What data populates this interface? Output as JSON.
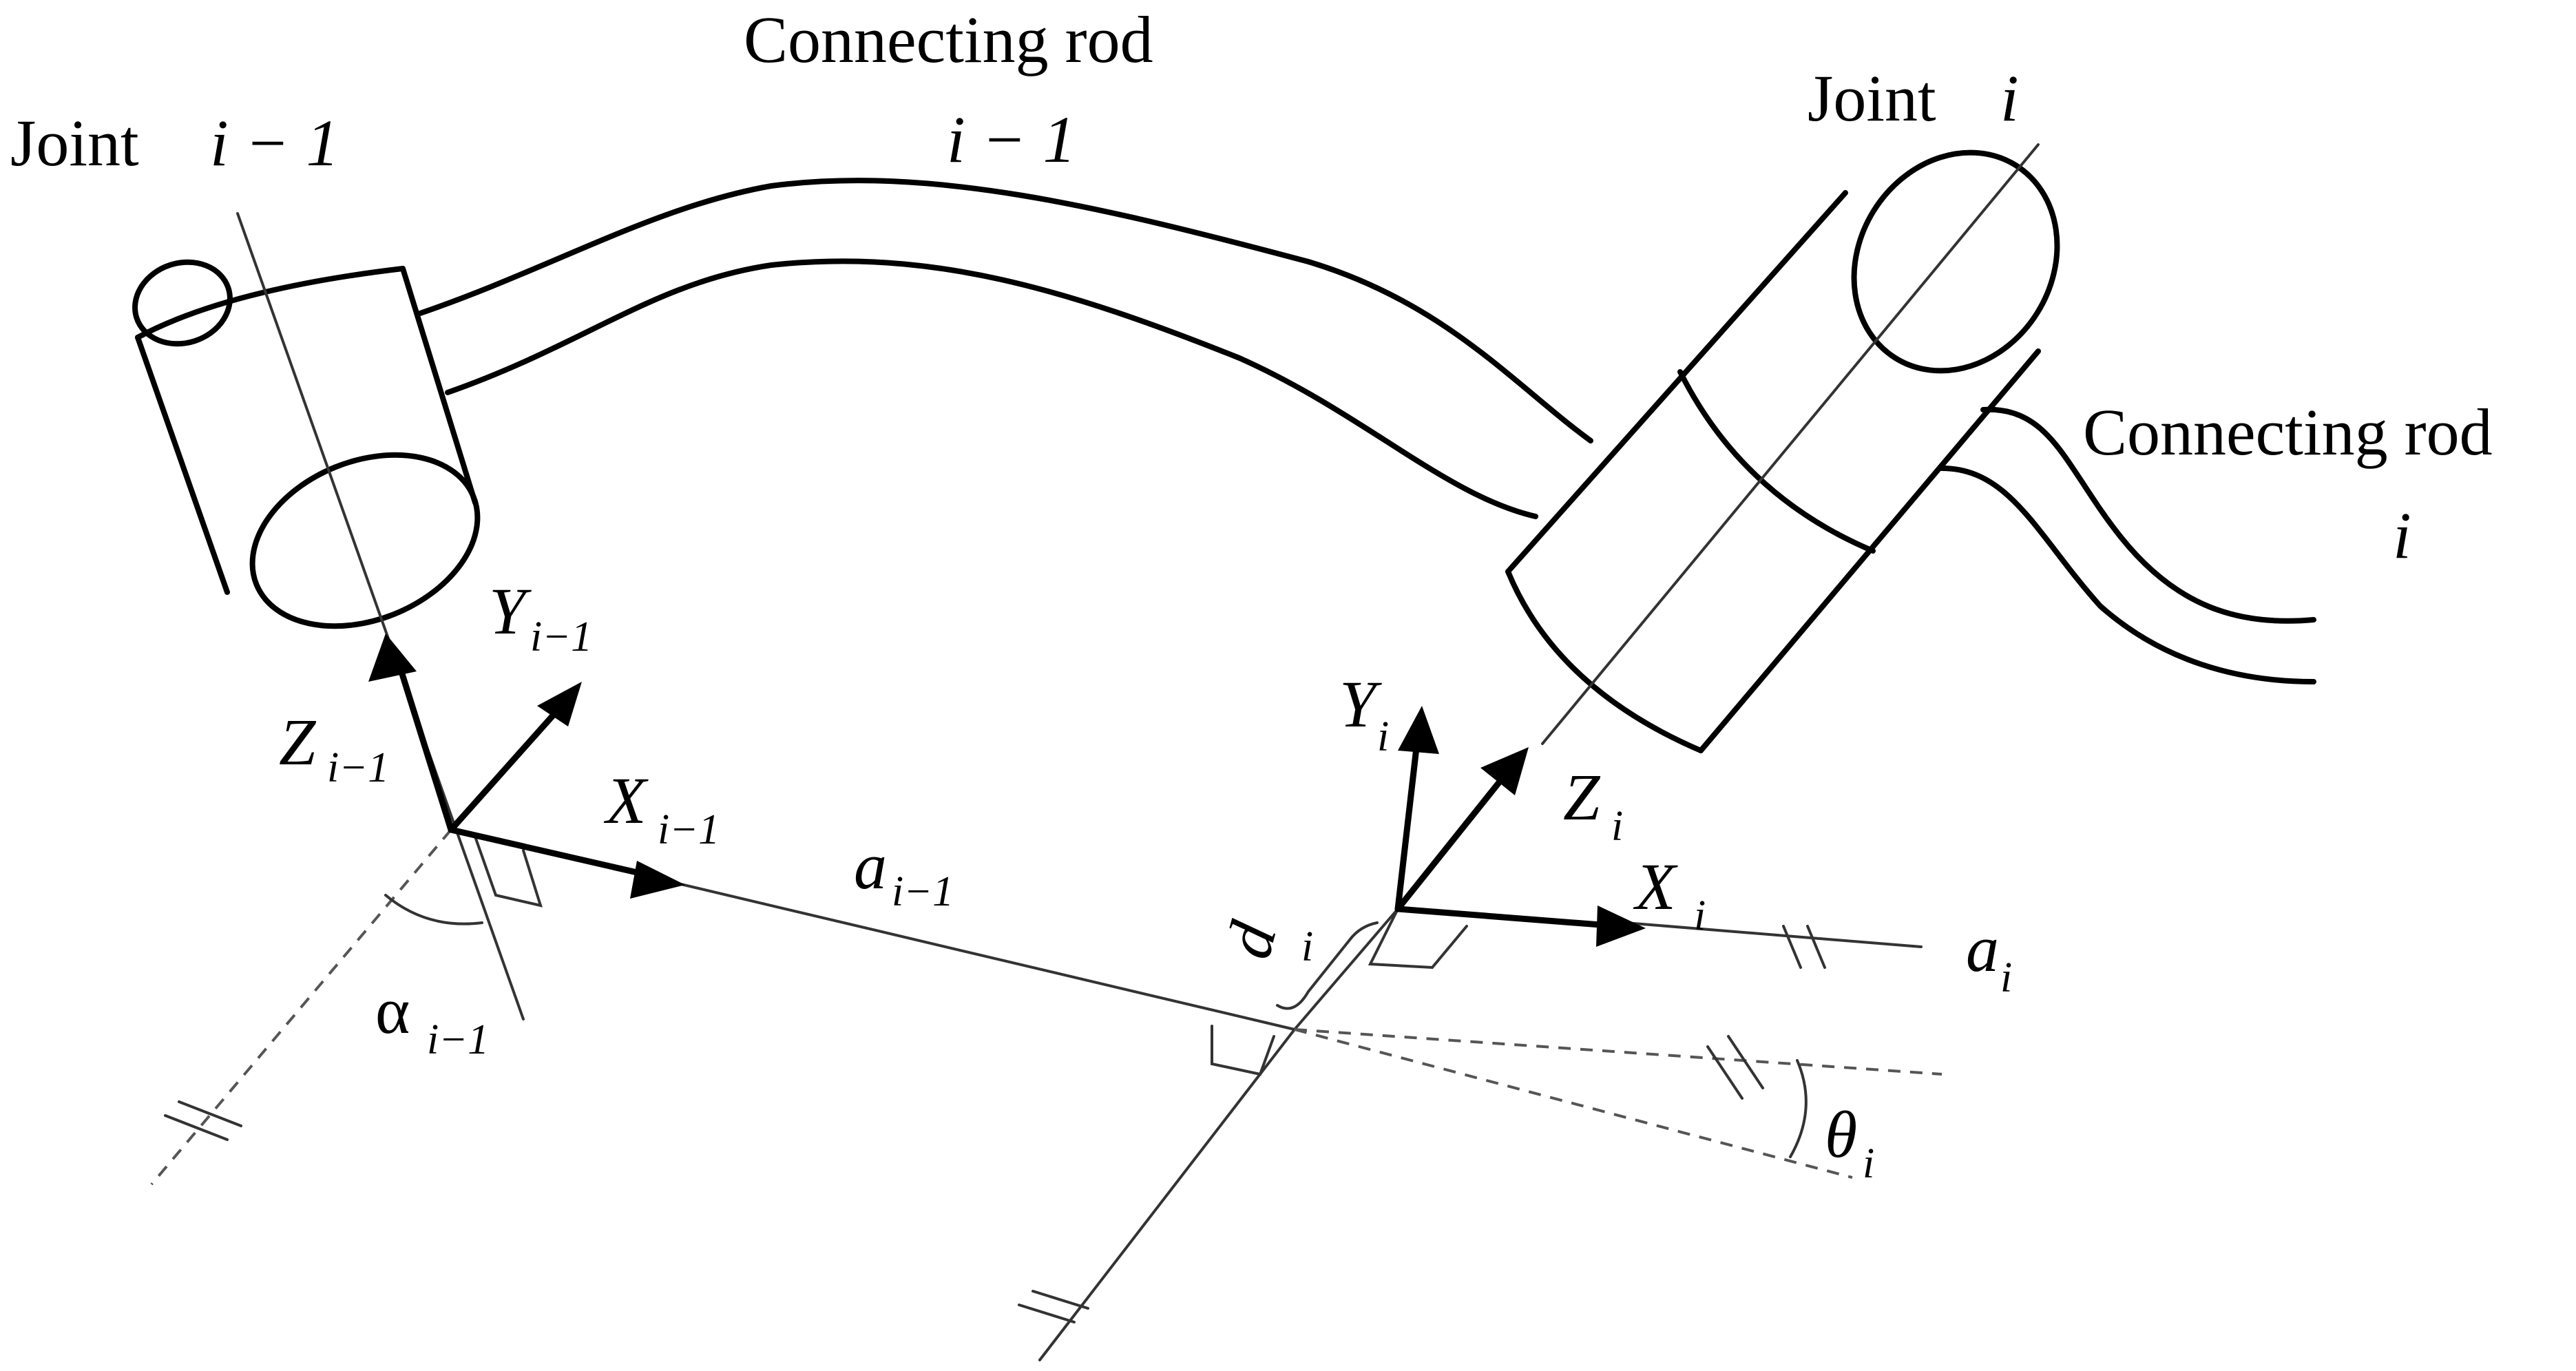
{
  "labels": {
    "joint_prev": {
      "word": "Joint",
      "index": "i − 1"
    },
    "joint_curr": {
      "word": "Joint",
      "index": "i"
    },
    "rod_prev": {
      "line1": "Connecting rod",
      "line2": "i − 1"
    },
    "rod_curr": {
      "line1": "Connecting rod",
      "line2": "i"
    },
    "frame_prev": {
      "x": "X",
      "y": "Y",
      "z": "Z",
      "sub": "i−1"
    },
    "frame_curr": {
      "x": "X",
      "y": "Y",
      "z": "Z",
      "sub": "i"
    },
    "params": {
      "alpha": "α",
      "alpha_sub": "i−1",
      "a_prev": "a",
      "a_prev_sub": "i−1",
      "d": "d",
      "d_sub": "i",
      "a_curr": "a",
      "a_curr_sub": "i",
      "theta": "θ",
      "theta_sub": "i"
    }
  }
}
